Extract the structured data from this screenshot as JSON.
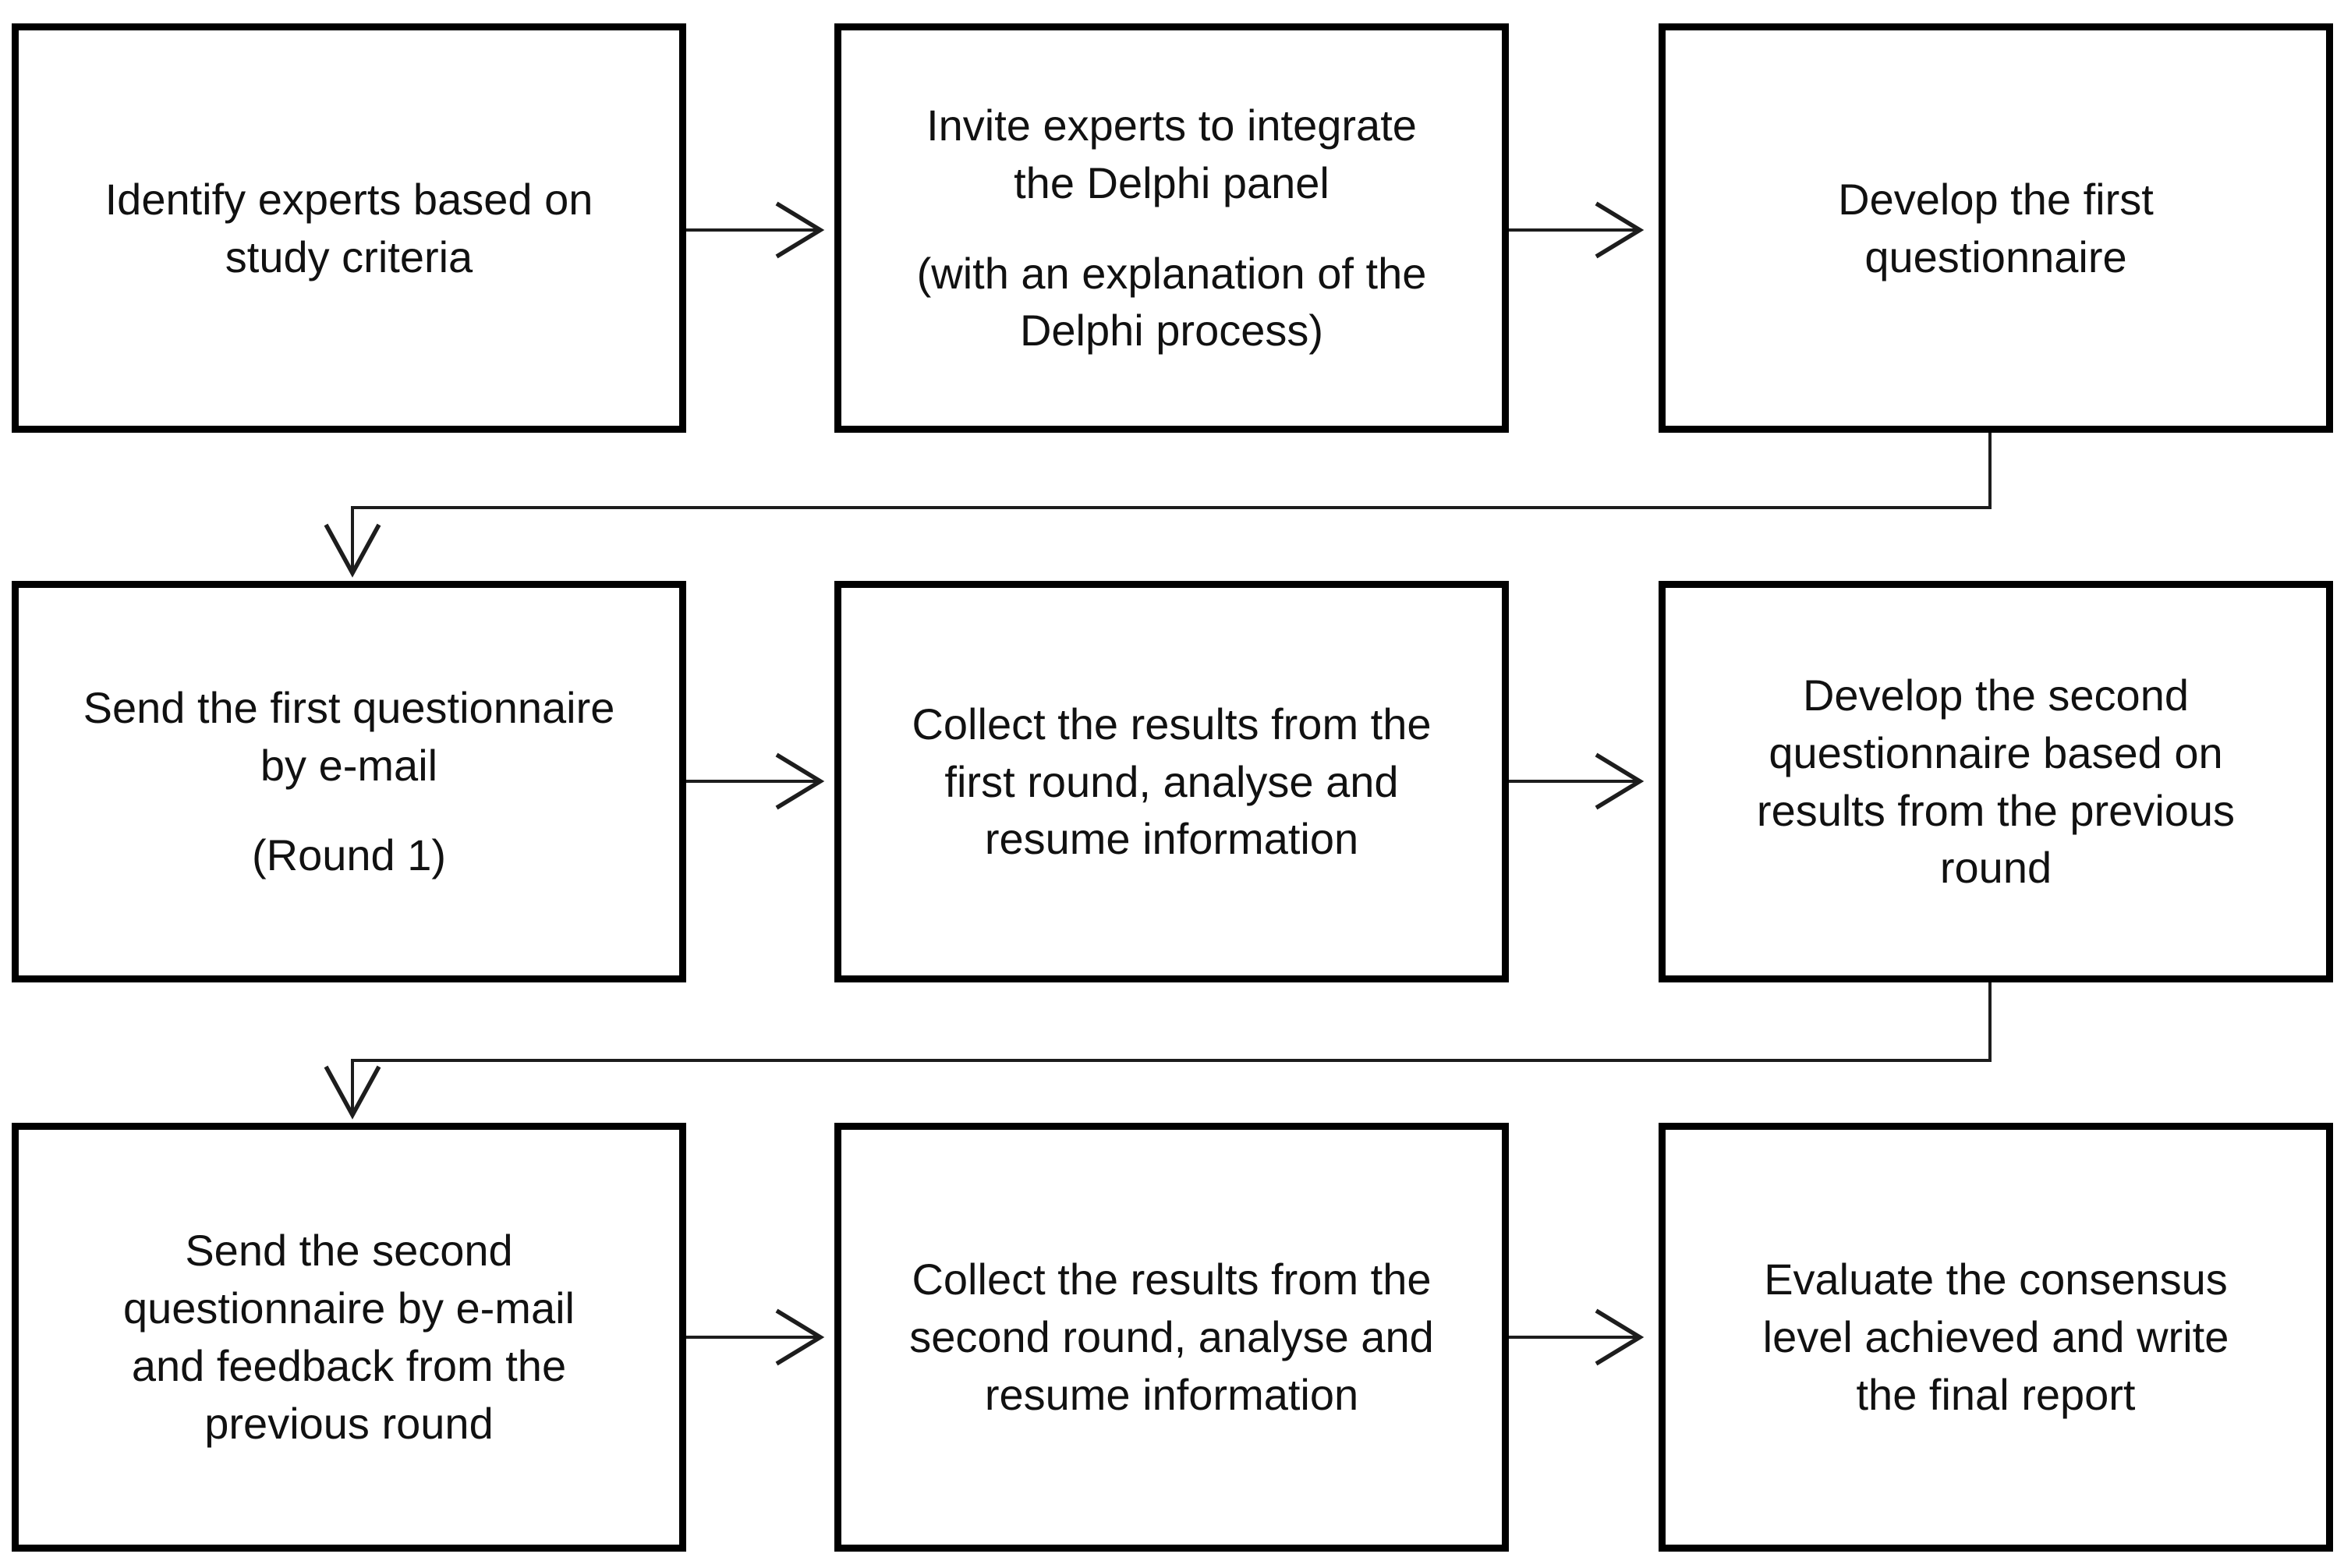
{
  "diagram_type": "flowchart",
  "colors": {
    "background": "#ffffff",
    "box_border": "#000000",
    "box_fill": "#ffffff",
    "text": "#111111",
    "connector": "#1d1d1d"
  },
  "nodes": [
    {
      "id": "identify-experts",
      "text": "Identify experts based on\nstudy criteria"
    },
    {
      "id": "invite-experts",
      "text": "Invite experts to integrate\nthe Delphi panel",
      "subtext": "(with an explanation of the\nDelphi process)"
    },
    {
      "id": "develop-first-questionnaire",
      "text": "Develop the first\nquestionnaire"
    },
    {
      "id": "send-first-questionnaire",
      "text": "Send the first questionnaire\nby e-mail",
      "subtext": "(Round 1)"
    },
    {
      "id": "collect-first-round",
      "text": "Collect the results from the\nfirst round, analyse and\nresume information"
    },
    {
      "id": "develop-second-questionnaire",
      "text": "Develop the second\nquestionnaire based on\nresults from the previous\nround"
    },
    {
      "id": "send-second-questionnaire",
      "text": "Send the second\nquestionnaire by e-mail\nand feedback from the\nprevious round"
    },
    {
      "id": "collect-second-round",
      "text": "Collect the results from the\nsecond round, analyse and\nresume information"
    },
    {
      "id": "evaluate-consensus",
      "text": "Evaluate the consensus\nlevel achieved and write\nthe final report"
    }
  ],
  "edges": [
    {
      "from": "identify-experts",
      "to": "invite-experts"
    },
    {
      "from": "invite-experts",
      "to": "develop-first-questionnaire"
    },
    {
      "from": "develop-first-questionnaire",
      "to": "send-first-questionnaire"
    },
    {
      "from": "send-first-questionnaire",
      "to": "collect-first-round"
    },
    {
      "from": "collect-first-round",
      "to": "develop-second-questionnaire"
    },
    {
      "from": "develop-second-questionnaire",
      "to": "send-second-questionnaire"
    },
    {
      "from": "send-second-questionnaire",
      "to": "collect-second-round"
    },
    {
      "from": "collect-second-round",
      "to": "evaluate-consensus"
    }
  ]
}
